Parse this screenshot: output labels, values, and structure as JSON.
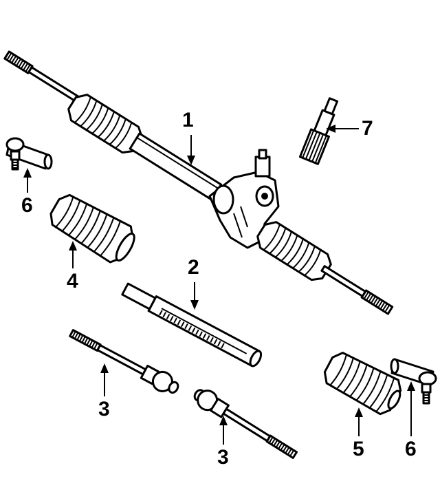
{
  "callouts": {
    "c1": "1",
    "c2": "2",
    "c3a": "3",
    "c3b": "3",
    "c4": "4",
    "c5": "5",
    "c6a": "6",
    "c6b": "6",
    "c7": "7"
  },
  "colors": {
    "ink": "#000000",
    "paper": "#ffffff"
  }
}
